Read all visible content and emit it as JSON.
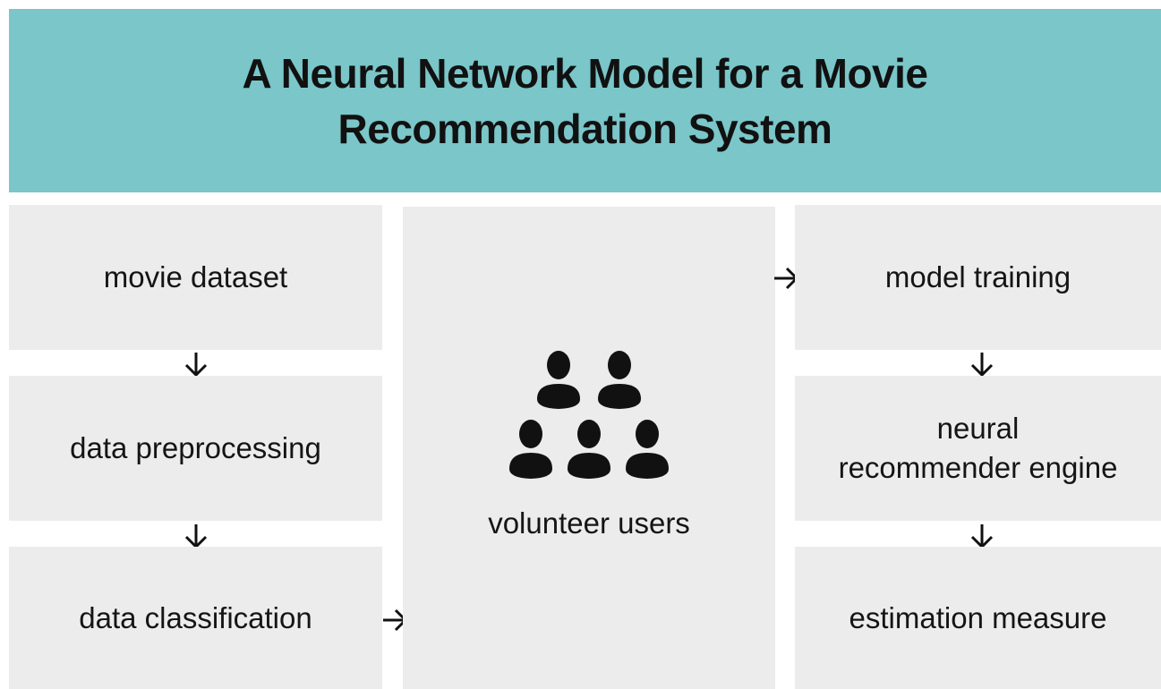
{
  "title": "A Neural Network Model for a Movie Recommendation System",
  "left_steps": [
    {
      "label": "movie dataset"
    },
    {
      "label": "data preprocessing"
    },
    {
      "label": "data classification"
    }
  ],
  "center": {
    "label": "volunteer users",
    "icon": "group-of-people-icon"
  },
  "right_steps": [
    {
      "label": "model training"
    },
    {
      "label": "neural\nrecommender engine"
    },
    {
      "label": "estimation measure"
    }
  ],
  "arrows": {
    "down": "arrow-down-icon",
    "right": "arrow-right-icon"
  },
  "colors": {
    "header_bg": "#7ac6c9",
    "box_bg": "#ececec",
    "text": "#111111"
  }
}
